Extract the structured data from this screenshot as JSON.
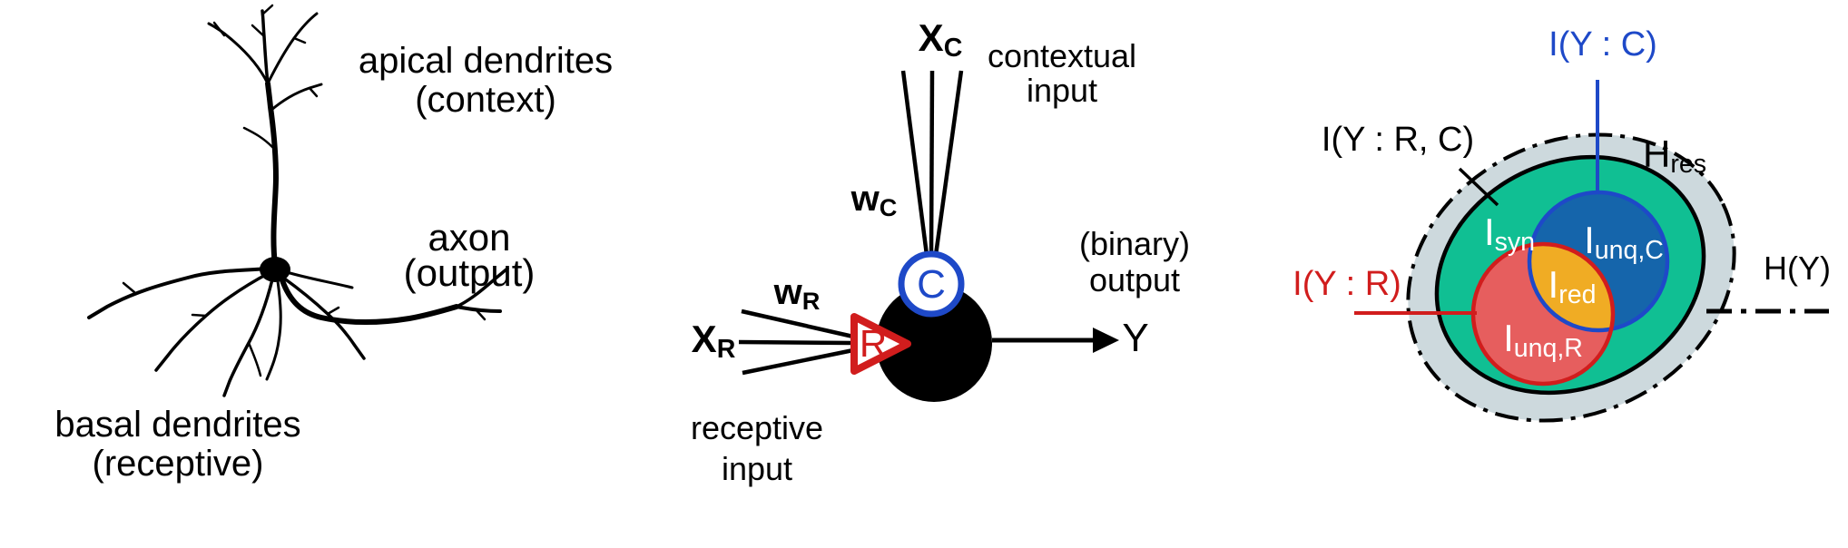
{
  "colors": {
    "ink_black": "#000000",
    "blue_stroke": "#1e49c8",
    "blue_fill": "#1565ab",
    "red_stroke": "#d11d1d",
    "red_fill": "#e65e5e",
    "green_fill": "#10bf93",
    "gray_fill": "#cdd9dd",
    "orange_fill": "#f0ac24",
    "white_text": "#ffffff"
  },
  "neuron_panel": {
    "apical_label": [
      "apical dendrites",
      "(context)"
    ],
    "axon_label": [
      "axon",
      "(output)"
    ],
    "basal_label": [
      "basal dendrites",
      "(receptive)"
    ]
  },
  "model_panel": {
    "contextual_input_label": [
      "contextual",
      "input"
    ],
    "receptive_input_label": [
      "receptive",
      "input"
    ],
    "output_label": [
      "(binary)",
      "output"
    ],
    "x_context": {
      "main": "X",
      "sub": "C"
    },
    "w_context": {
      "main": "w",
      "sub": "C"
    },
    "x_receptive": {
      "main": "X",
      "sub": "R"
    },
    "w_receptive": {
      "main": "w",
      "sub": "R"
    },
    "context_node": "C",
    "receptive_node": "R",
    "output_var": "Y"
  },
  "venn_panel": {
    "mutual_info_context": "I(Y : C)",
    "mutual_info_joint": "I(Y : R, C)",
    "mutual_info_receptive": "I(Y : R)",
    "entropy": "H(Y)",
    "residual_entropy": {
      "main": "H",
      "sub": "res"
    },
    "synergy": {
      "main": "I",
      "sub": "syn"
    },
    "unique_context": {
      "main": "I",
      "sub": "unq,C"
    },
    "redundancy": {
      "main": "I",
      "sub": "red"
    },
    "unique_receptive": {
      "main": "I",
      "sub": "unq,R"
    }
  }
}
